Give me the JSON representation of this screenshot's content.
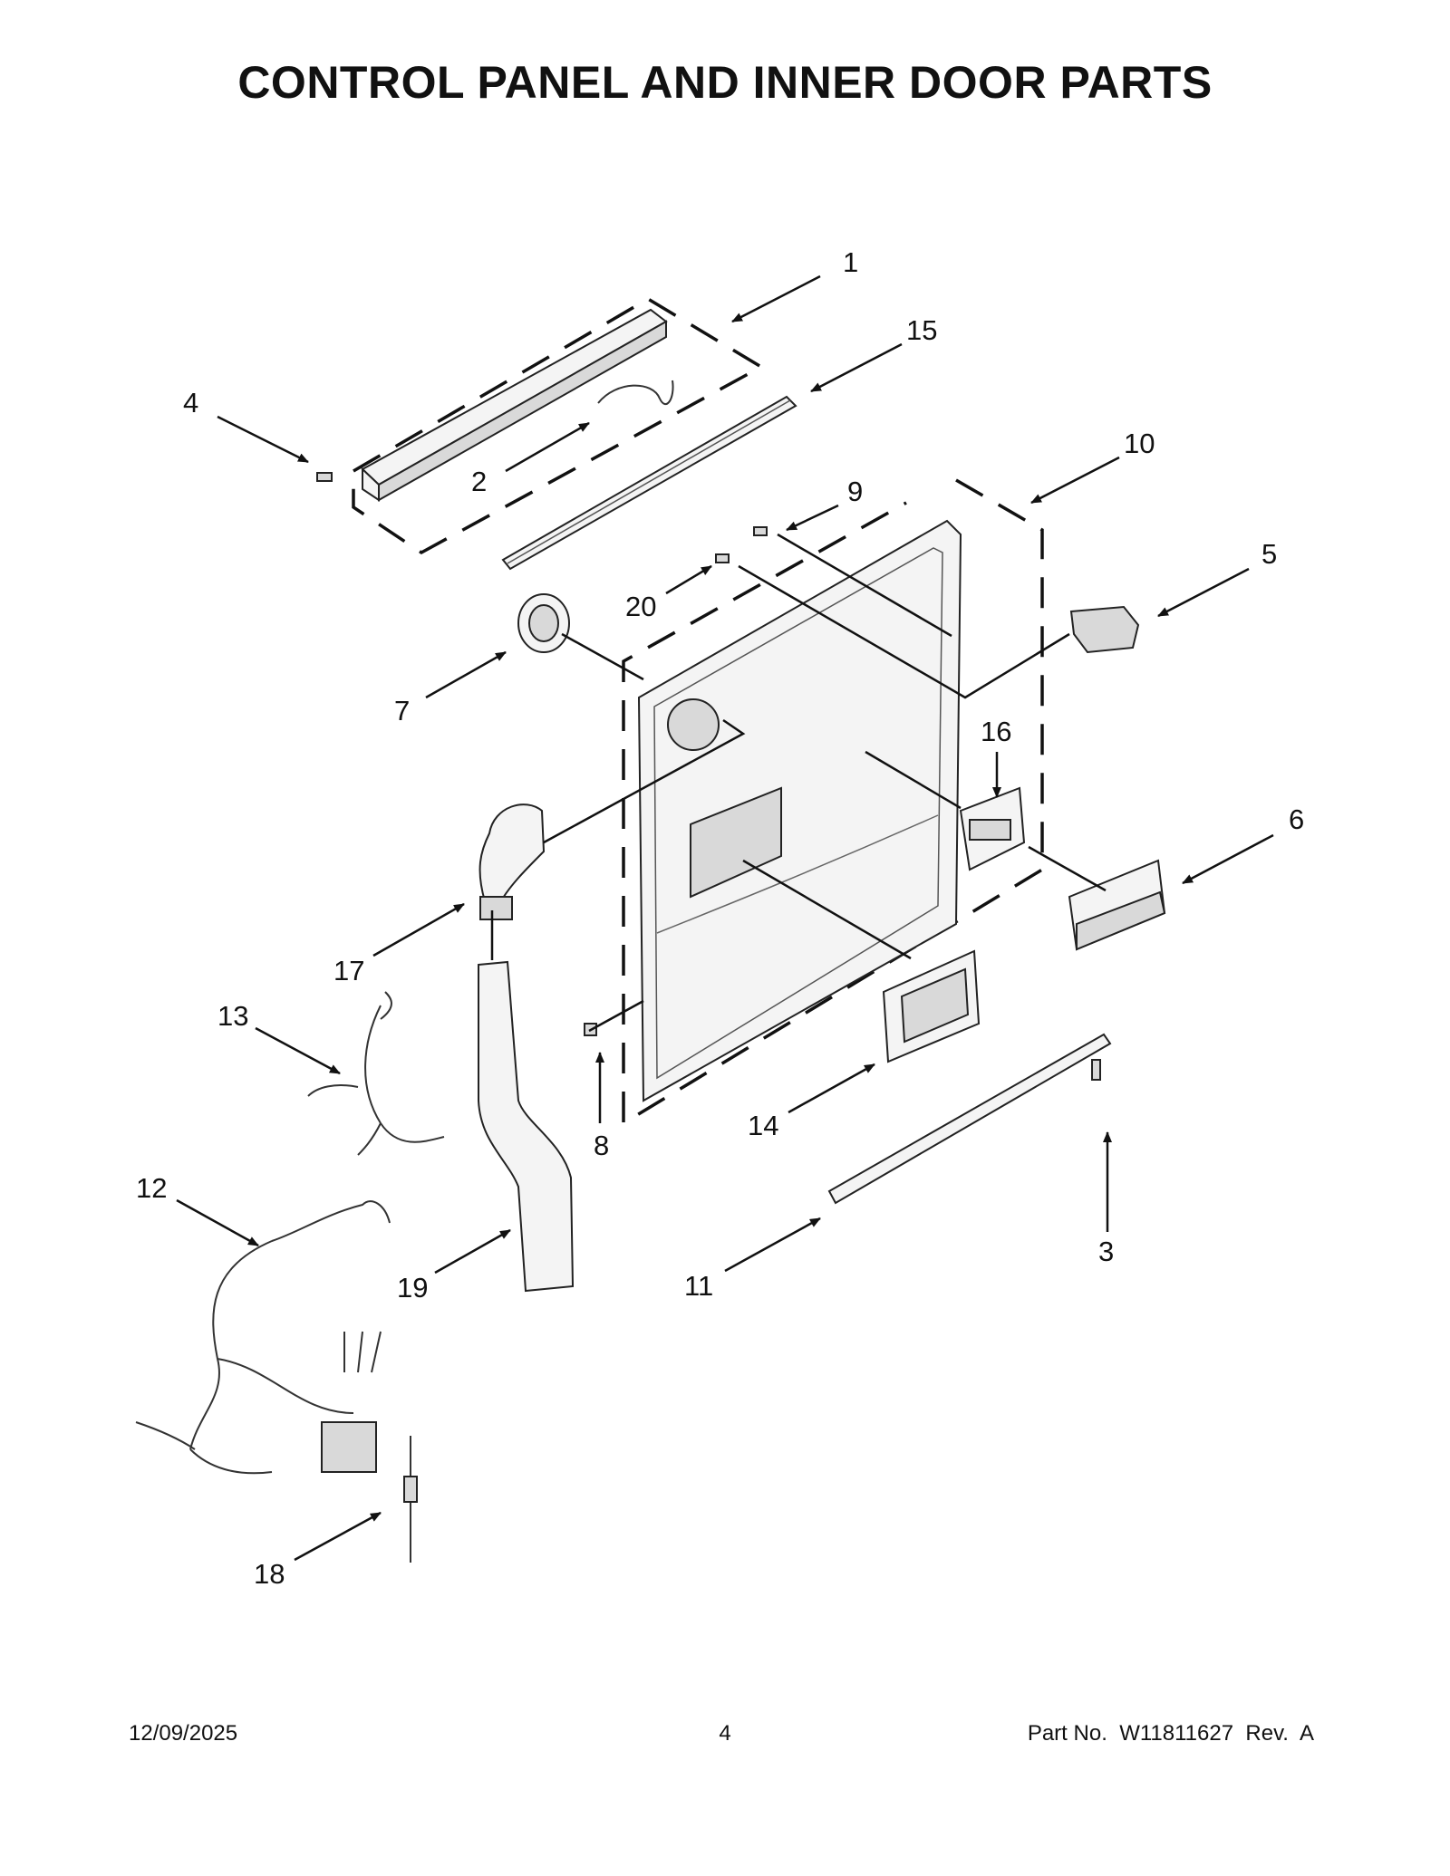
{
  "title": "CONTROL PANEL AND INNER DOOR PARTS",
  "footer": {
    "date": "12/09/2025",
    "page": "4",
    "part_number": "Part No.  W11811627  Rev.  A"
  },
  "callouts": [
    "1",
    "2",
    "3",
    "4",
    "5",
    "6",
    "7",
    "8",
    "9",
    "10",
    "11",
    "12",
    "13",
    "14",
    "15",
    "16",
    "17",
    "18",
    "19",
    "20"
  ]
}
